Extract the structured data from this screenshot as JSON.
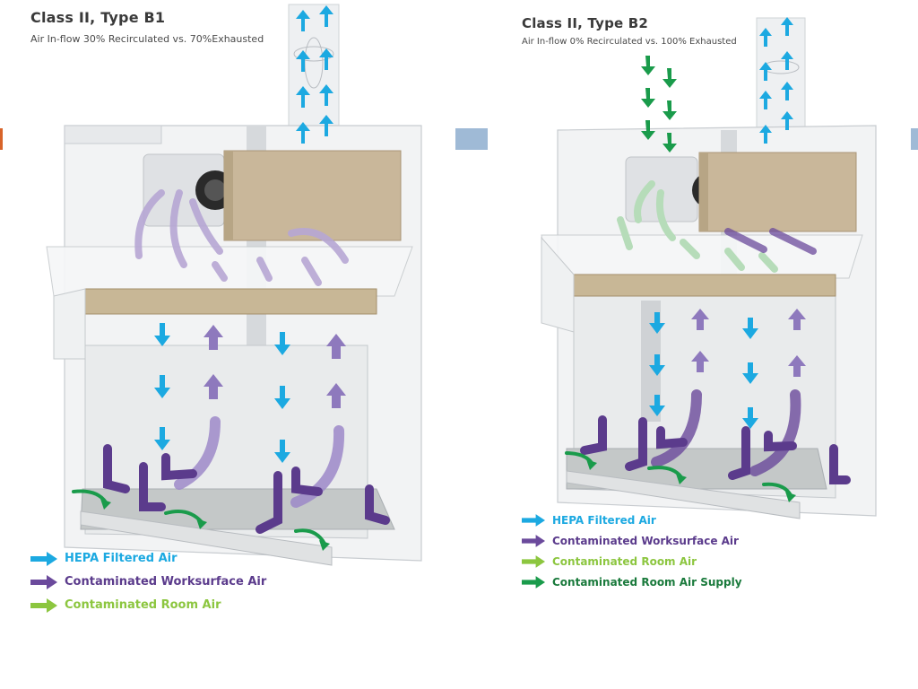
{
  "panels": [
    {
      "id": "b1",
      "title": "Class II, Type B1",
      "subtitle": "Air In-flow 30% Recirculated vs. 70%Exhausted",
      "legend": [
        {
          "label": "HEPA Filtered Air",
          "color": "#1ca9e1",
          "icon": "arrow-right-icon"
        },
        {
          "label": "Contaminated Worksurface Air",
          "color": "#6b4a9c",
          "icon": "arrow-right-icon"
        },
        {
          "label": "Contaminated Room Air",
          "color": "#8cc63f",
          "icon": "arrow-right-icon"
        }
      ]
    },
    {
      "id": "b2",
      "title": "Class II, Type B2",
      "subtitle": "Air In-flow 0% Recirculated vs. 100% Exhausted",
      "legend": [
        {
          "label": "HEPA Filtered Air",
          "color": "#1ca9e1",
          "icon": "arrow-right-icon"
        },
        {
          "label": "Contaminated Worksurface Air",
          "color": "#6b4a9c",
          "icon": "arrow-right-icon"
        },
        {
          "label": "Contaminated Room Air",
          "color": "#8cc63f",
          "icon": "arrow-right-icon"
        },
        {
          "label": "Contaminated Room Air Supply",
          "color": "#1a9b4b",
          "icon": "arrow-right-icon"
        }
      ]
    }
  ],
  "colors": {
    "hepa": "#1ca9e1",
    "worksurface": "#6b4a9c",
    "room": "#8cc63f",
    "supply": "#1a9b4b",
    "filter_box": "#c9b79a",
    "slide_tab_left": "#d8642a",
    "slide_tab_right": "#9fbad6"
  }
}
